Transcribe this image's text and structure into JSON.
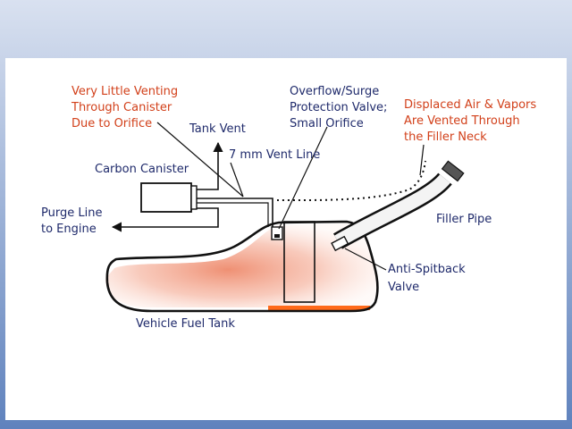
{
  "colors": {
    "frame_top": "#cdd7ea",
    "frame_bottom": "#6e8fc4",
    "label_blue": "#1f2a6b",
    "label_red": "#d2401a",
    "fuel_haze": "#f2a088",
    "fuel_surface": "#ff6a1a",
    "outline": "#111111"
  },
  "labels": {
    "very_little_venting": [
      "Very Little Venting",
      "Through Canister",
      "Due to Orifice"
    ],
    "overflow_valve": [
      "Overflow/Surge",
      "Protection Valve;",
      "Small Orifice"
    ],
    "displaced_air": [
      "Displaced Air & Vapors",
      "Are Vented Through",
      "the Filler Neck"
    ],
    "tank_vent": "Tank Vent",
    "vent_line": "7 mm Vent Line",
    "carbon_canister": "Carbon Canister",
    "purge_line": [
      "Purge Line",
      "to Engine"
    ],
    "filler_pipe": "Filler Pipe",
    "anti_spitback": [
      "Anti-Spitback",
      "Valve"
    ],
    "vehicle_fuel_tank": "Vehicle Fuel Tank"
  }
}
